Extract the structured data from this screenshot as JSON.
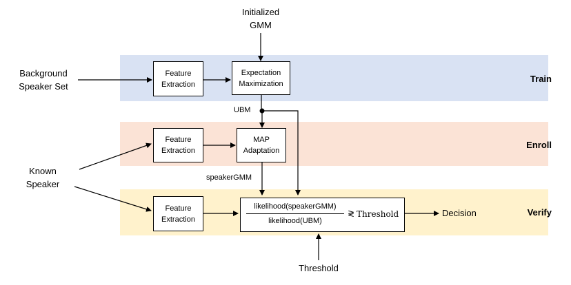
{
  "bands": {
    "train": "Train",
    "enroll": "Enroll",
    "verify": "Verify"
  },
  "inputs": {
    "initialized_gmm": "Initialized\nGMM",
    "background_set": "Background\nSpeaker Set",
    "known_speaker": "Known\nSpeaker",
    "threshold": "Threshold"
  },
  "boxes": {
    "fe_train": "Feature\nExtraction",
    "em": "Expectation\nMaximization",
    "fe_enroll": "Feature\nExtraction",
    "map": "MAP\nAdaptation",
    "fe_verify": "Feature\nExtraction"
  },
  "labels": {
    "ubm": "UBM",
    "speaker_gmm": "speakerGMM",
    "decision": "Decision"
  },
  "formula": {
    "numerator": "likelihood(speakerGMM)",
    "denominator": "likelihood(UBM)",
    "operator": "≷",
    "threshold": "Threshold"
  }
}
